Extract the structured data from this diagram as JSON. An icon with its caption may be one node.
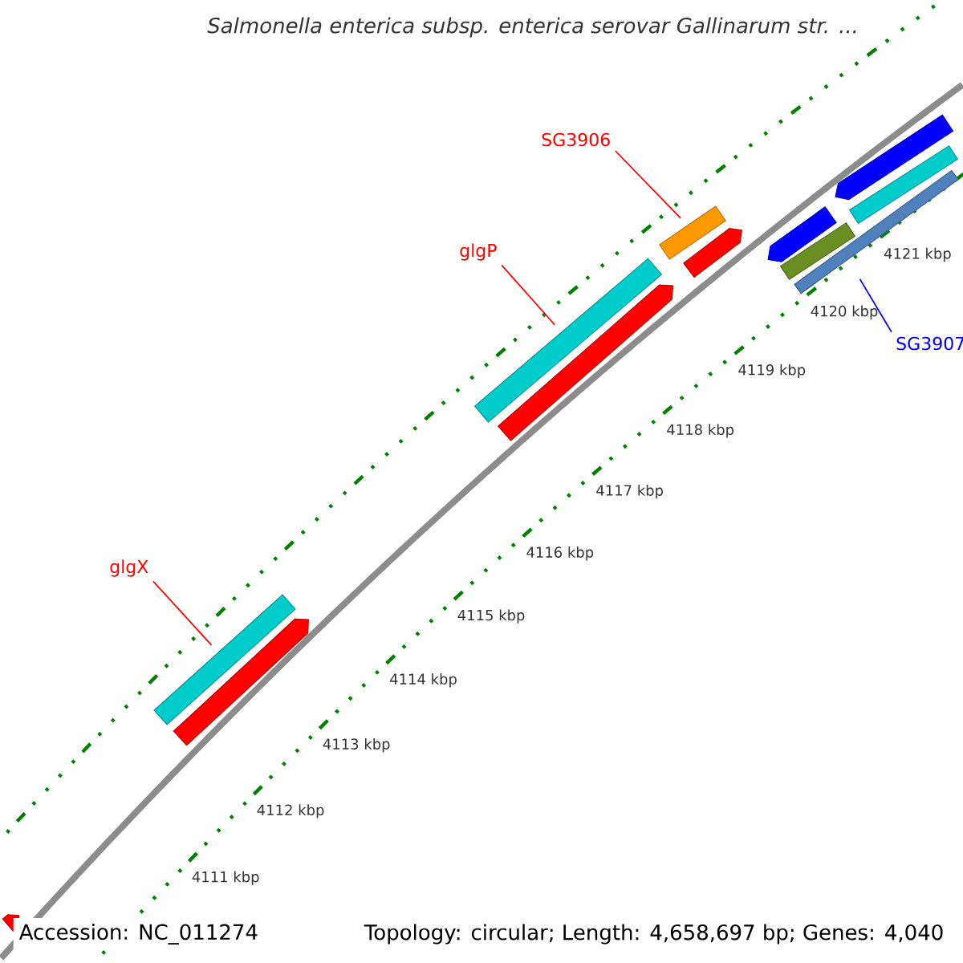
{
  "diagram": {
    "title": "Salmonella enterica subsp. enterica serovar Gallinarum str. ...",
    "nodes": [
      {
        "text": [
          "glgX"
        ]
      },
      {
        "text": [],
        "shape": "bar"
      },
      {
        "text": [
          "glgP"
        ]
      },
      {
        "text": [],
        "shape": "bar"
      },
      {
        "text": [
          "SG3906"
        ]
      },
      {
        "text": [],
        "shape": "bar"
      },
      {
        "text": [
          "SG3907"
        ]
      },
      {
        "text": [],
        "shape": "bar"
      },
      {
        "text": [],
        "shape": "arrow"
      },
      {
        "text": [],
        "shape": "arrow"
      },
      {
        "text": [],
        "shape": "arrow"
      },
      {
        "text": [],
        "shape": "arrow"
      },
      {
        "text": [],
        "shape": "arrow"
      },
      {
        "text": [],
        "shape": "bar"
      },
      {
        "text": [],
        "shape": "bar"
      },
      {
        "text": [],
        "shape": "arrow"
      }
    ],
    "edges": [
      {
        "from": 0,
        "to": 1,
        "arrow": "none"
      },
      {
        "from": 2,
        "to": 3,
        "arrow": "none"
      },
      {
        "from": 4,
        "to": 5,
        "arrow": "none"
      },
      {
        "from": 6,
        "to": 7,
        "arrow": "none",
        "color": "#0000ff"
      }
    ],
    "labels": [
      "4111 kbp",
      "4112 kbp",
      "4113 kbp",
      "4114 kbp",
      "4115 kbp",
      "4116 kbp",
      "4117 kbp",
      "4118 kbp",
      "4119 kbp",
      "4120 kbp",
      "4121 kbp",
      "Accession: NC_011274",
      "Topology: circular; Length: 4,658,697 bp; Genes: 4,040"
    ]
  }
}
